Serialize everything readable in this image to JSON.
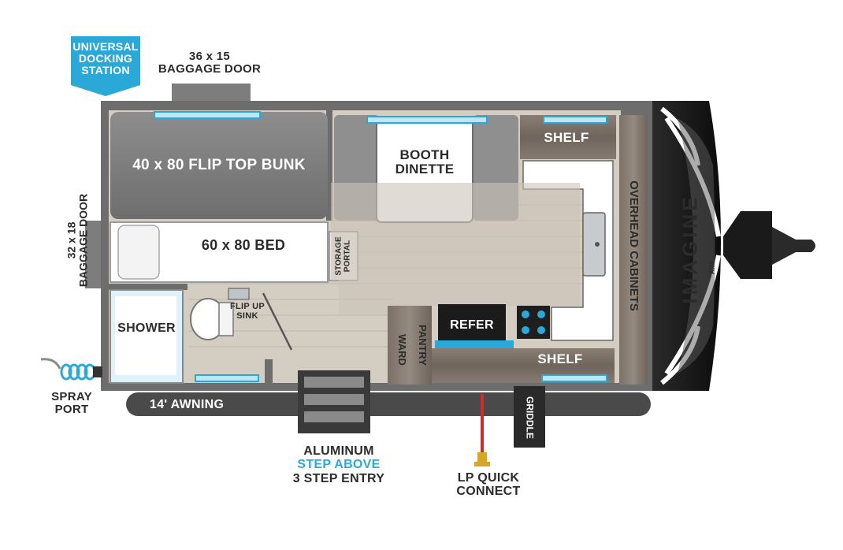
{
  "colors": {
    "accent": "#2aa8d8",
    "wall": "#6d6d6d",
    "floor": "#cfc8bd",
    "text": "#2b2b2b"
  },
  "badge": {
    "line1": "UNIVERSAL",
    "line2": "DOCKING",
    "line3": "STATION"
  },
  "top_baggage": {
    "line1": "36 x 15",
    "line2": "BAGGAGE DOOR"
  },
  "side_baggage": {
    "line1": "32 x 18",
    "line2": "BAGGAGE DOOR"
  },
  "spray_port": {
    "line1": "SPRAY",
    "line2": "PORT"
  },
  "awning": "14' AWNING",
  "step_entry": {
    "line1": "ALUMINUM",
    "line2": "STEP ABOVE",
    "line3": "3 STEP ENTRY"
  },
  "lp_connect": {
    "line1": "LP QUICK",
    "line2": "CONNECT"
  },
  "griddle": "GRIDDLE",
  "bunk": "40 x 80 FLIP TOP BUNK",
  "bed": "60 x 80 BED",
  "storage_portal": {
    "line1": "STORAGE",
    "line2": "PORTAL"
  },
  "shower": "SHOWER",
  "flip_up_sink": {
    "line1": "FLIP UP",
    "line2": "SINK"
  },
  "dinette": {
    "line1": "BOOTH",
    "line2": "DINETTE"
  },
  "shelf_top": "SHELF",
  "shelf_bottom": "SHELF",
  "refer": "REFER",
  "pantry": "PANTRY",
  "ward": "WARD",
  "overhead_cabinets": "OVERHEAD CABINETS",
  "brand": {
    "name": "IMAGINE",
    "model": "AIM"
  }
}
